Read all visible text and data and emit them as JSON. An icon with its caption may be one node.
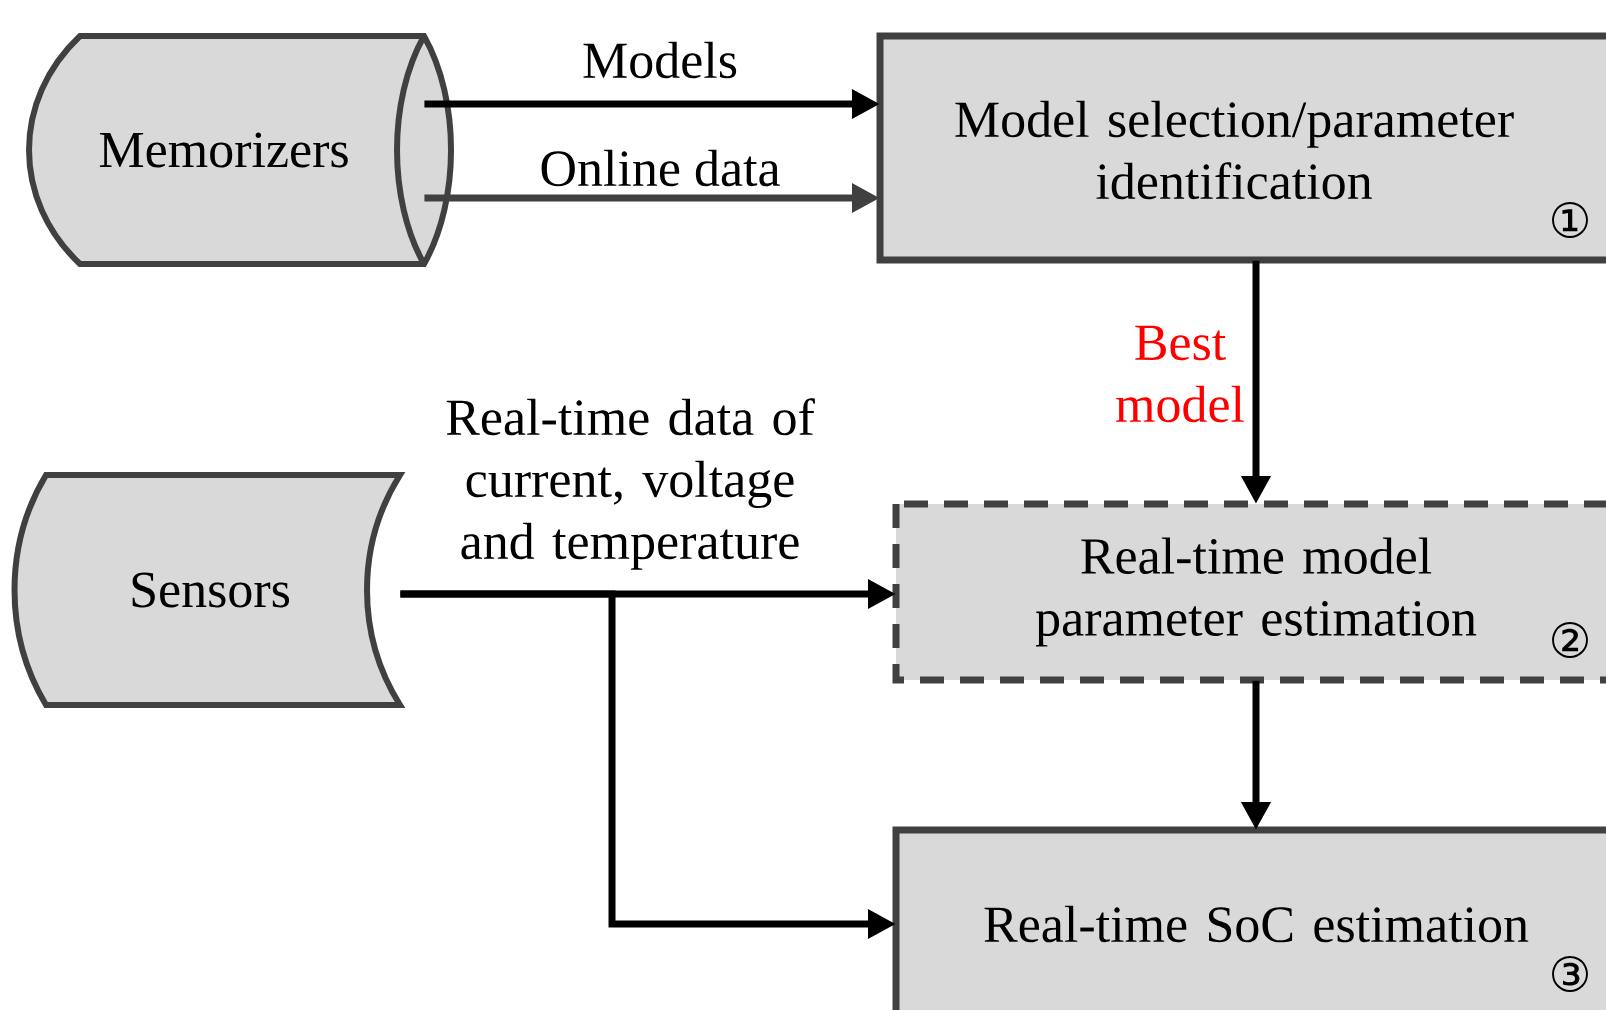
{
  "diagram": {
    "nodes": [
      {
        "text": [
          "Memorizers"
        ]
      },
      {
        "text": [
          "Model selection/parameter identification",
          "①"
        ]
      },
      {
        "text": [
          "Sensors"
        ]
      },
      {
        "text": [
          "Real-time model parameter estimation",
          "②"
        ]
      },
      {
        "text": [
          "Real-time SoC estimation",
          "③"
        ]
      }
    ],
    "edges": [
      {
        "from": 0,
        "to": 1,
        "arrow": "to",
        "label": "Models"
      },
      {
        "from": 0,
        "to": 1,
        "arrow": "to",
        "label": "Online data",
        "color": "#404040"
      },
      {
        "from": 1,
        "to": 3,
        "arrow": "to",
        "label": "Best model"
      },
      {
        "from": 2,
        "to": 3,
        "arrow": "to",
        "label": "Real-time data of current, voltage and temperature"
      },
      {
        "from": 2,
        "to": 4,
        "arrow": "to"
      },
      {
        "from": 3,
        "to": 4,
        "arrow": "to"
      }
    ]
  }
}
